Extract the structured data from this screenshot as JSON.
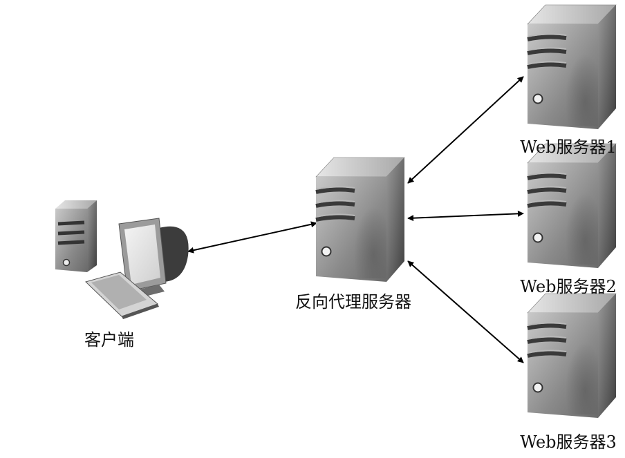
{
  "nodes": {
    "client": {
      "label": "客户端",
      "icon": "desktop-computer-icon"
    },
    "proxy": {
      "label": "反向代理服务器",
      "icon": "server-tower-icon"
    },
    "web1": {
      "label": "Web服务器1",
      "icon": "server-tower-icon"
    },
    "web2": {
      "label": "Web服务器2",
      "icon": "server-tower-icon"
    },
    "web3": {
      "label": "Web服务器3",
      "icon": "server-tower-icon"
    }
  },
  "connections": [
    {
      "from": "client",
      "to": "proxy",
      "direction": "bidirectional"
    },
    {
      "from": "proxy",
      "to": "web1",
      "direction": "bidirectional"
    },
    {
      "from": "proxy",
      "to": "web2",
      "direction": "bidirectional"
    },
    {
      "from": "proxy",
      "to": "web3",
      "direction": "bidirectional"
    }
  ],
  "colors": {
    "line": "#000000",
    "server_light": "#d9d9d9",
    "server_dark": "#5a5a5a"
  }
}
